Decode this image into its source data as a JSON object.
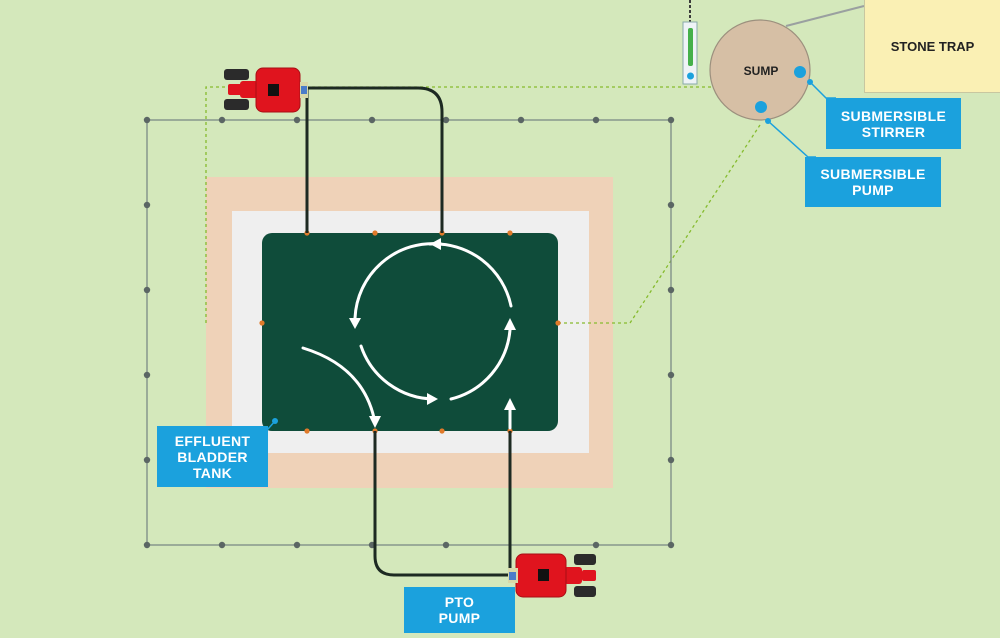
{
  "labels": {
    "sump": "SUMP",
    "stone_trap": "STONE TRAP",
    "submersible_stirrer": [
      "SUBMERSIBLE",
      "STIRRER"
    ],
    "submersible_pump": [
      "SUBMERSIBLE",
      "PUMP"
    ],
    "effluent_bladder_tank": [
      "EFFLUENT",
      "BLADDER",
      "TANK"
    ],
    "pto_pump": [
      "PTO",
      "PUMP"
    ]
  },
  "colors": {
    "background": "#d4e8bb",
    "tank_fill": "#0f4c3a",
    "liner_white": "#efefef",
    "liner_sand": "#efd2b8",
    "sump_fill": "#d6bfa5",
    "stone_trap_fill": "#faf0b4",
    "label_blue": "#1ba1dd",
    "tractor_red": "#e0141e",
    "hose_dark": "#1d2a22",
    "fence_grey": "#7b8a86",
    "pipe_green_dashed": "#86bb2e"
  },
  "icons": {
    "tractor_top": "tractor-icon",
    "tractor_bottom": "tractor-icon",
    "stirrer_device": "submersible-stirrer-device-icon"
  }
}
